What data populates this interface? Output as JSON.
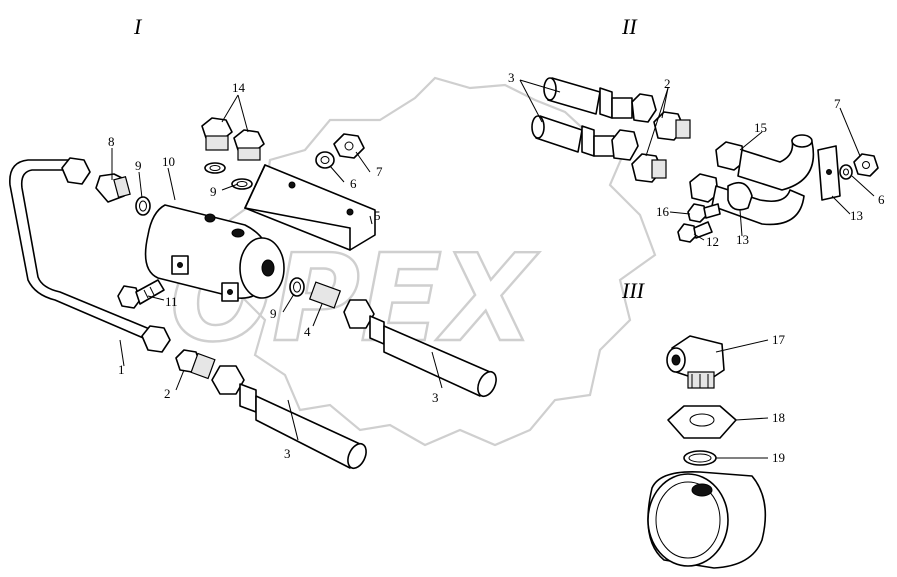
{
  "sections": {
    "s1": "I",
    "s2": "II",
    "s3": "III"
  },
  "watermark": "OPEX",
  "labels": {
    "a1": "1",
    "a2": "2",
    "a3": "3",
    "a3b": "3",
    "a4": "4",
    "a5": "5",
    "a6": "6",
    "a7": "7",
    "a8": "8",
    "a9": "9",
    "a9b": "9",
    "a9c": "9",
    "a10": "10",
    "a11": "11",
    "a14": "14",
    "b2": "2",
    "b3": "3",
    "b6": "6",
    "b7": "7",
    "b12": "12",
    "b13": "13",
    "b13b": "13",
    "b15": "15",
    "b16": "16",
    "c17": "17",
    "c18": "18",
    "c19": "19"
  },
  "colors": {
    "line": "#000000",
    "watermark": "#cfcfcf",
    "background": "#ffffff"
  }
}
